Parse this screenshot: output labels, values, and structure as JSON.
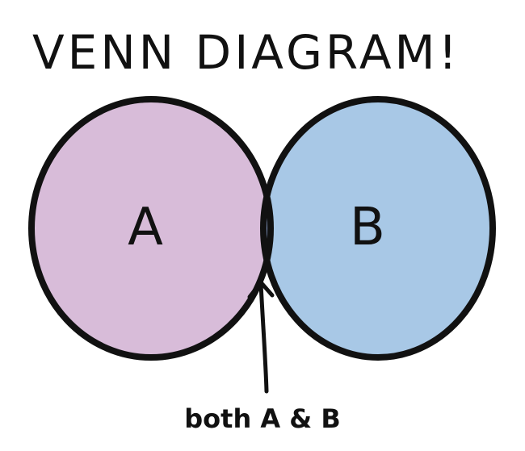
{
  "title": "VENN DIAGRAM!",
  "sets": [
    {
      "label": "A",
      "color": "#d8bcd9"
    },
    {
      "label": "B",
      "color": "#a8c8e6"
    }
  ],
  "intersection": {
    "label": "both A & B",
    "color": "#8aa0cc"
  },
  "outline_color": "#111111"
}
